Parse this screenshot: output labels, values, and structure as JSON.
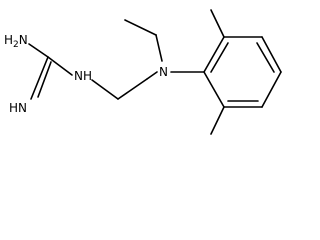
{
  "molecule": {
    "atoms": {
      "amine": {
        "symbol": "H",
        "count": "2",
        "element": "N"
      },
      "imine": {
        "symbol": "HN"
      },
      "linker_nh": {
        "symbol": "NH"
      },
      "tertiary_n": {
        "symbol": "N"
      }
    }
  }
}
